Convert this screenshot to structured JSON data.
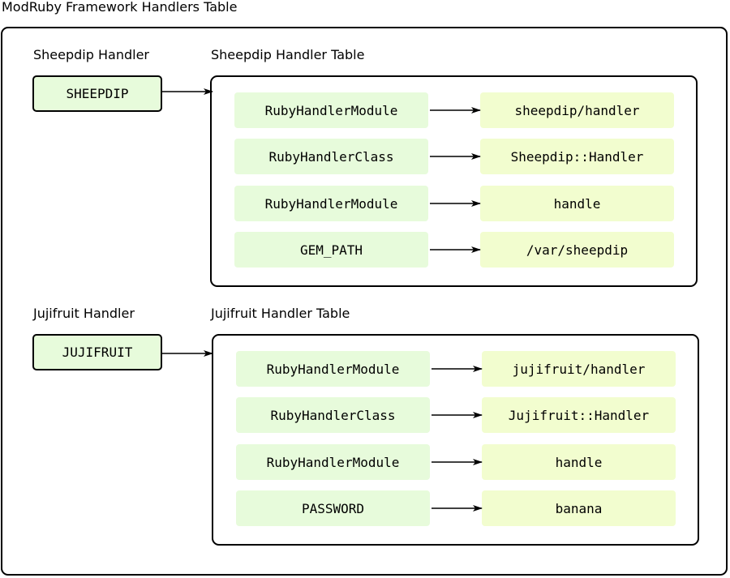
{
  "title": "ModRuby Framework Handlers Table",
  "handlers": [
    {
      "label": "Sheepdip Handler",
      "key": "SHEEPDIP",
      "table_label": "Sheepdip Handler Table",
      "rows": [
        {
          "key": "RubyHandlerModule",
          "value": "sheepdip/handler"
        },
        {
          "key": "RubyHandlerClass",
          "value": "Sheepdip::Handler"
        },
        {
          "key": "RubyHandlerModule",
          "value": "handle"
        },
        {
          "key": "GEM_PATH",
          "value": "/var/sheepdip"
        }
      ]
    },
    {
      "label": "Jujifruit Handler",
      "key": "JUJIFRUIT",
      "table_label": "Jujifruit Handler Table",
      "rows": [
        {
          "key": "RubyHandlerModule",
          "value": "jujifruit/handler"
        },
        {
          "key": "RubyHandlerClass",
          "value": "Jujifruit::Handler"
        },
        {
          "key": "RubyHandlerModule",
          "value": "handle"
        },
        {
          "key": "PASSWORD",
          "value": "banana"
        }
      ]
    }
  ],
  "colors": {
    "handler_fill": "#e7fbdb",
    "key_cell_fill": "#e7fbdb",
    "value_cell_fill": "#f2fdcf",
    "stroke": "#000000"
  }
}
